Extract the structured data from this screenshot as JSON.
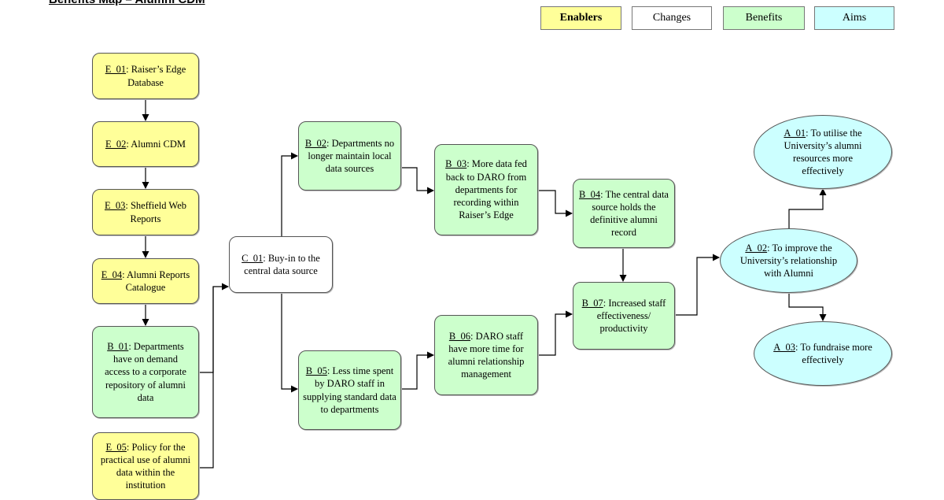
{
  "title": "Benefits Map – Alumni CDM",
  "colors": {
    "enabler": "#ffff99",
    "change": "#ffffff",
    "benefit": "#ccffcc",
    "aim": "#ccffff",
    "line": "#000000"
  },
  "legend": {
    "enablers": "Enablers",
    "changes": "Changes",
    "benefits": "Benefits",
    "aims": "Aims"
  },
  "nodes": {
    "E_01": {
      "code": "E_01",
      "text": ": Raiser’s Edge Database"
    },
    "E_02": {
      "code": "E_02",
      "text": ": Alumni CDM"
    },
    "E_03": {
      "code": "E_03",
      "text": ": Sheffield Web Reports"
    },
    "E_04": {
      "code": "E_04",
      "text": ": Alumni Reports Catalogue"
    },
    "B_01": {
      "code": "B_01",
      "text": ": Departments have on demand access to a corporate repository of alumni data"
    },
    "E_05": {
      "code": "E_05",
      "text": ": Policy for the practical use of alumni data within the institution"
    },
    "C_01": {
      "code": "C_01",
      "text": ": Buy-in to the central data source"
    },
    "B_02": {
      "code": "B_02",
      "text": ": Departments no longer maintain local data sources"
    },
    "B_05": {
      "code": "B_05",
      "text": ": Less time spent by DARO staff in supplying standard data to departments"
    },
    "B_03": {
      "code": "B_03",
      "text": ": More data fed back to DARO from departments for recording within Raiser’s Edge"
    },
    "B_06": {
      "code": "B_06",
      "text": ": DARO staff have more time for alumni relationship management"
    },
    "B_04": {
      "code": "B_04",
      "text": ": The central data source holds the definitive alumni record"
    },
    "B_07": {
      "code": "B_07",
      "text": ": Increased staff effectiveness/ productivity"
    },
    "A_01": {
      "code": "A_01",
      "text": ": To utilise the University’s alumni resources more effectively"
    },
    "A_02": {
      "code": "A_02",
      "text": ": To improve the University’s relationship with Alumni"
    },
    "A_03": {
      "code": "A_03",
      "text": ": To fundraise more effectively"
    }
  }
}
